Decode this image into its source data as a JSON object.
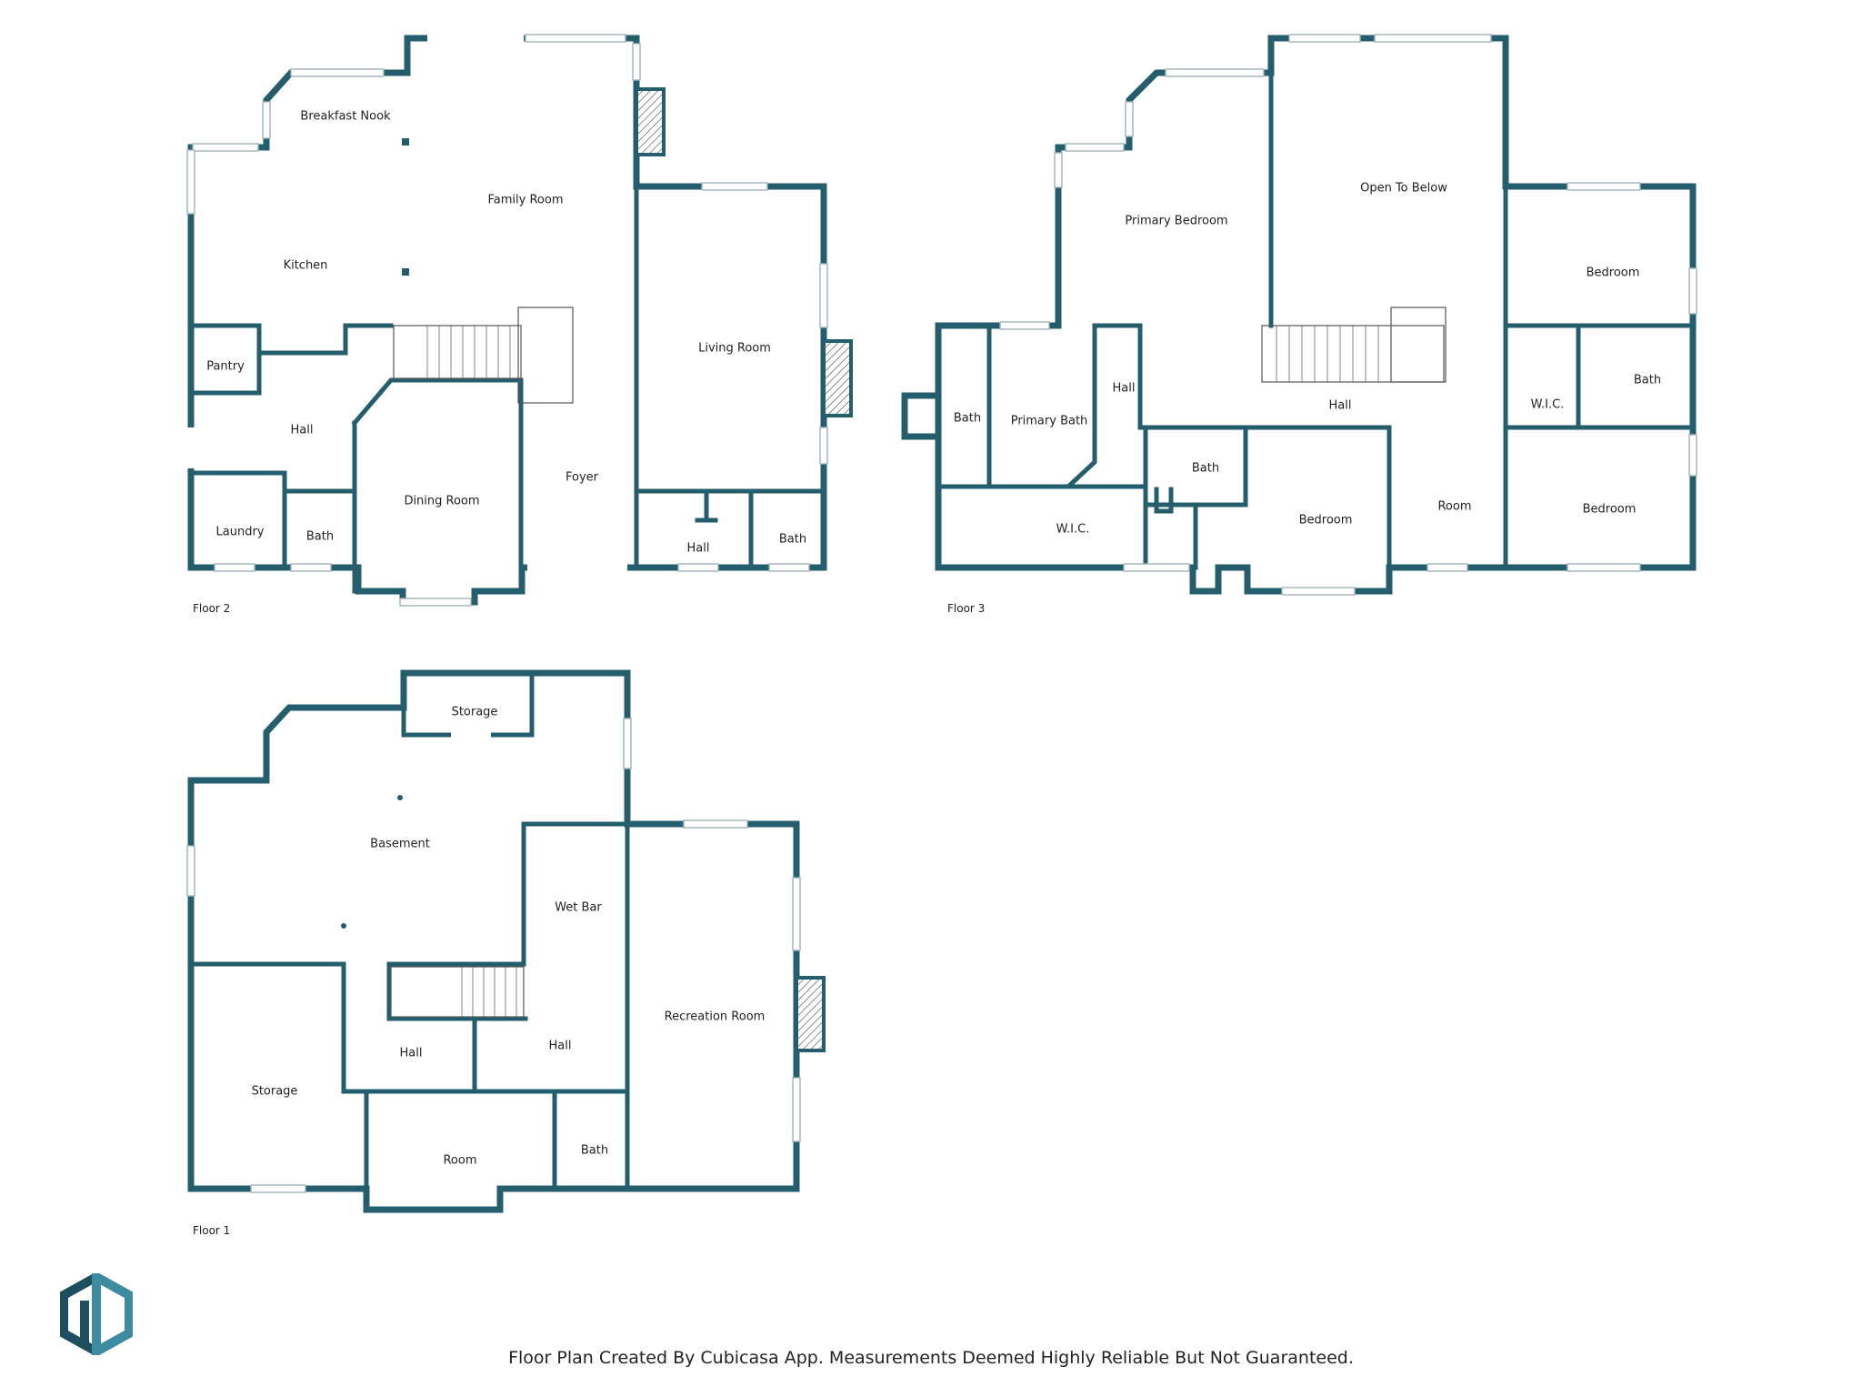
{
  "footer": "Floor Plan Created By Cubicasa App. Measurements Deemed Highly Reliable But Not Guaranteed.",
  "colors": {
    "wall": "#245e6d",
    "logo_dark": "#1e4f5e",
    "logo_light": "#3c8ba0"
  },
  "logo_icon": "cubicasa-logo-icon",
  "floors": [
    {
      "label": "Floor 2",
      "rooms": [
        "Breakfast Nook",
        "Family Room",
        "Kitchen",
        "Pantry",
        "Hall",
        "Living Room",
        "Dining Room",
        "Foyer",
        "Laundry",
        "Bath",
        "Hall",
        "Bath"
      ]
    },
    {
      "label": "Floor 3",
      "rooms": [
        "Open To Below",
        "Primary Bedroom",
        "Bedroom",
        "Bath",
        "Hall",
        "Primary Bath",
        "Bath",
        "Hall",
        "W.I.C.",
        "Bath",
        "Bedroom",
        "Room",
        "Bedroom",
        "W.I.C."
      ]
    },
    {
      "label": "Floor 1",
      "rooms": [
        "Storage",
        "Basement",
        "Wet Bar",
        "Recreation Room",
        "Hall",
        "Hall",
        "Storage",
        "Room",
        "Bath"
      ]
    }
  ]
}
